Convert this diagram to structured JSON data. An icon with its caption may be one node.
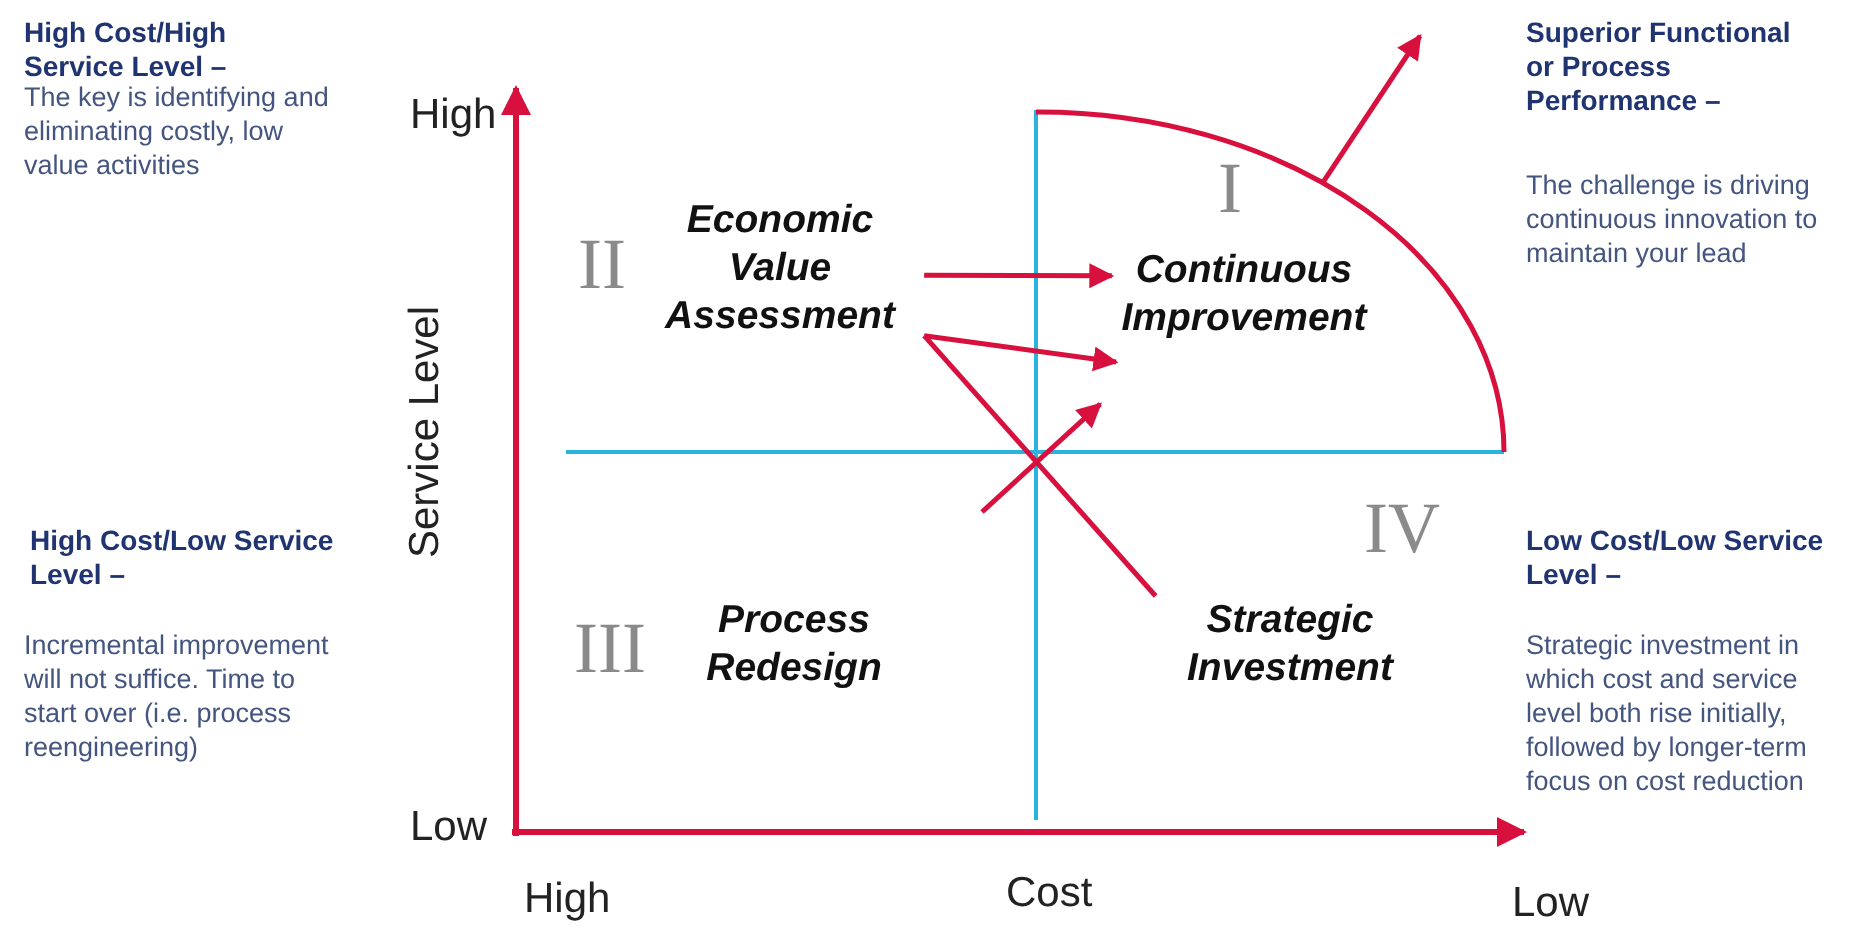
{
  "diagram": {
    "nodes": [
      {
        "text": [
          "Economic Value Assessment"
        ]
      },
      {
        "text": [
          "Continuous Improvement"
        ]
      },
      {
        "text": [
          "Process Redesign"
        ]
      },
      {
        "text": [
          "Strategic Investment"
        ]
      }
    ],
    "edges": [
      {
        "from": 0,
        "to": 1,
        "arrow": "to"
      },
      {
        "from": 0,
        "to": 1,
        "arrow": "to"
      },
      {
        "from": 0,
        "to": 3,
        "arrow": "none"
      },
      {
        "from": null,
        "to": 1,
        "arrow": "to"
      },
      {
        "from": 1,
        "to": null,
        "arrow": "to"
      }
    ],
    "labels": [
      "High Cost/High Service Level –",
      "Superior Functional or Process Performance –",
      "The key is identifying and eliminating costly, low value activities",
      "High",
      "I",
      "The challenge is driving continuous innovation to maintain your lead",
      "II",
      "Service Level",
      "IV",
      "High Cost/Low Service Level –",
      "Low Cost/Low Service Level –",
      "III",
      "Incremental improvement will not suffice. Time to start over (i.e. process reengineering)",
      "Strategic investment in which cost and service level both rise initially, followed by longer-term focus on cost reduction",
      "Low",
      "High",
      "Cost",
      "Low"
    ]
  }
}
